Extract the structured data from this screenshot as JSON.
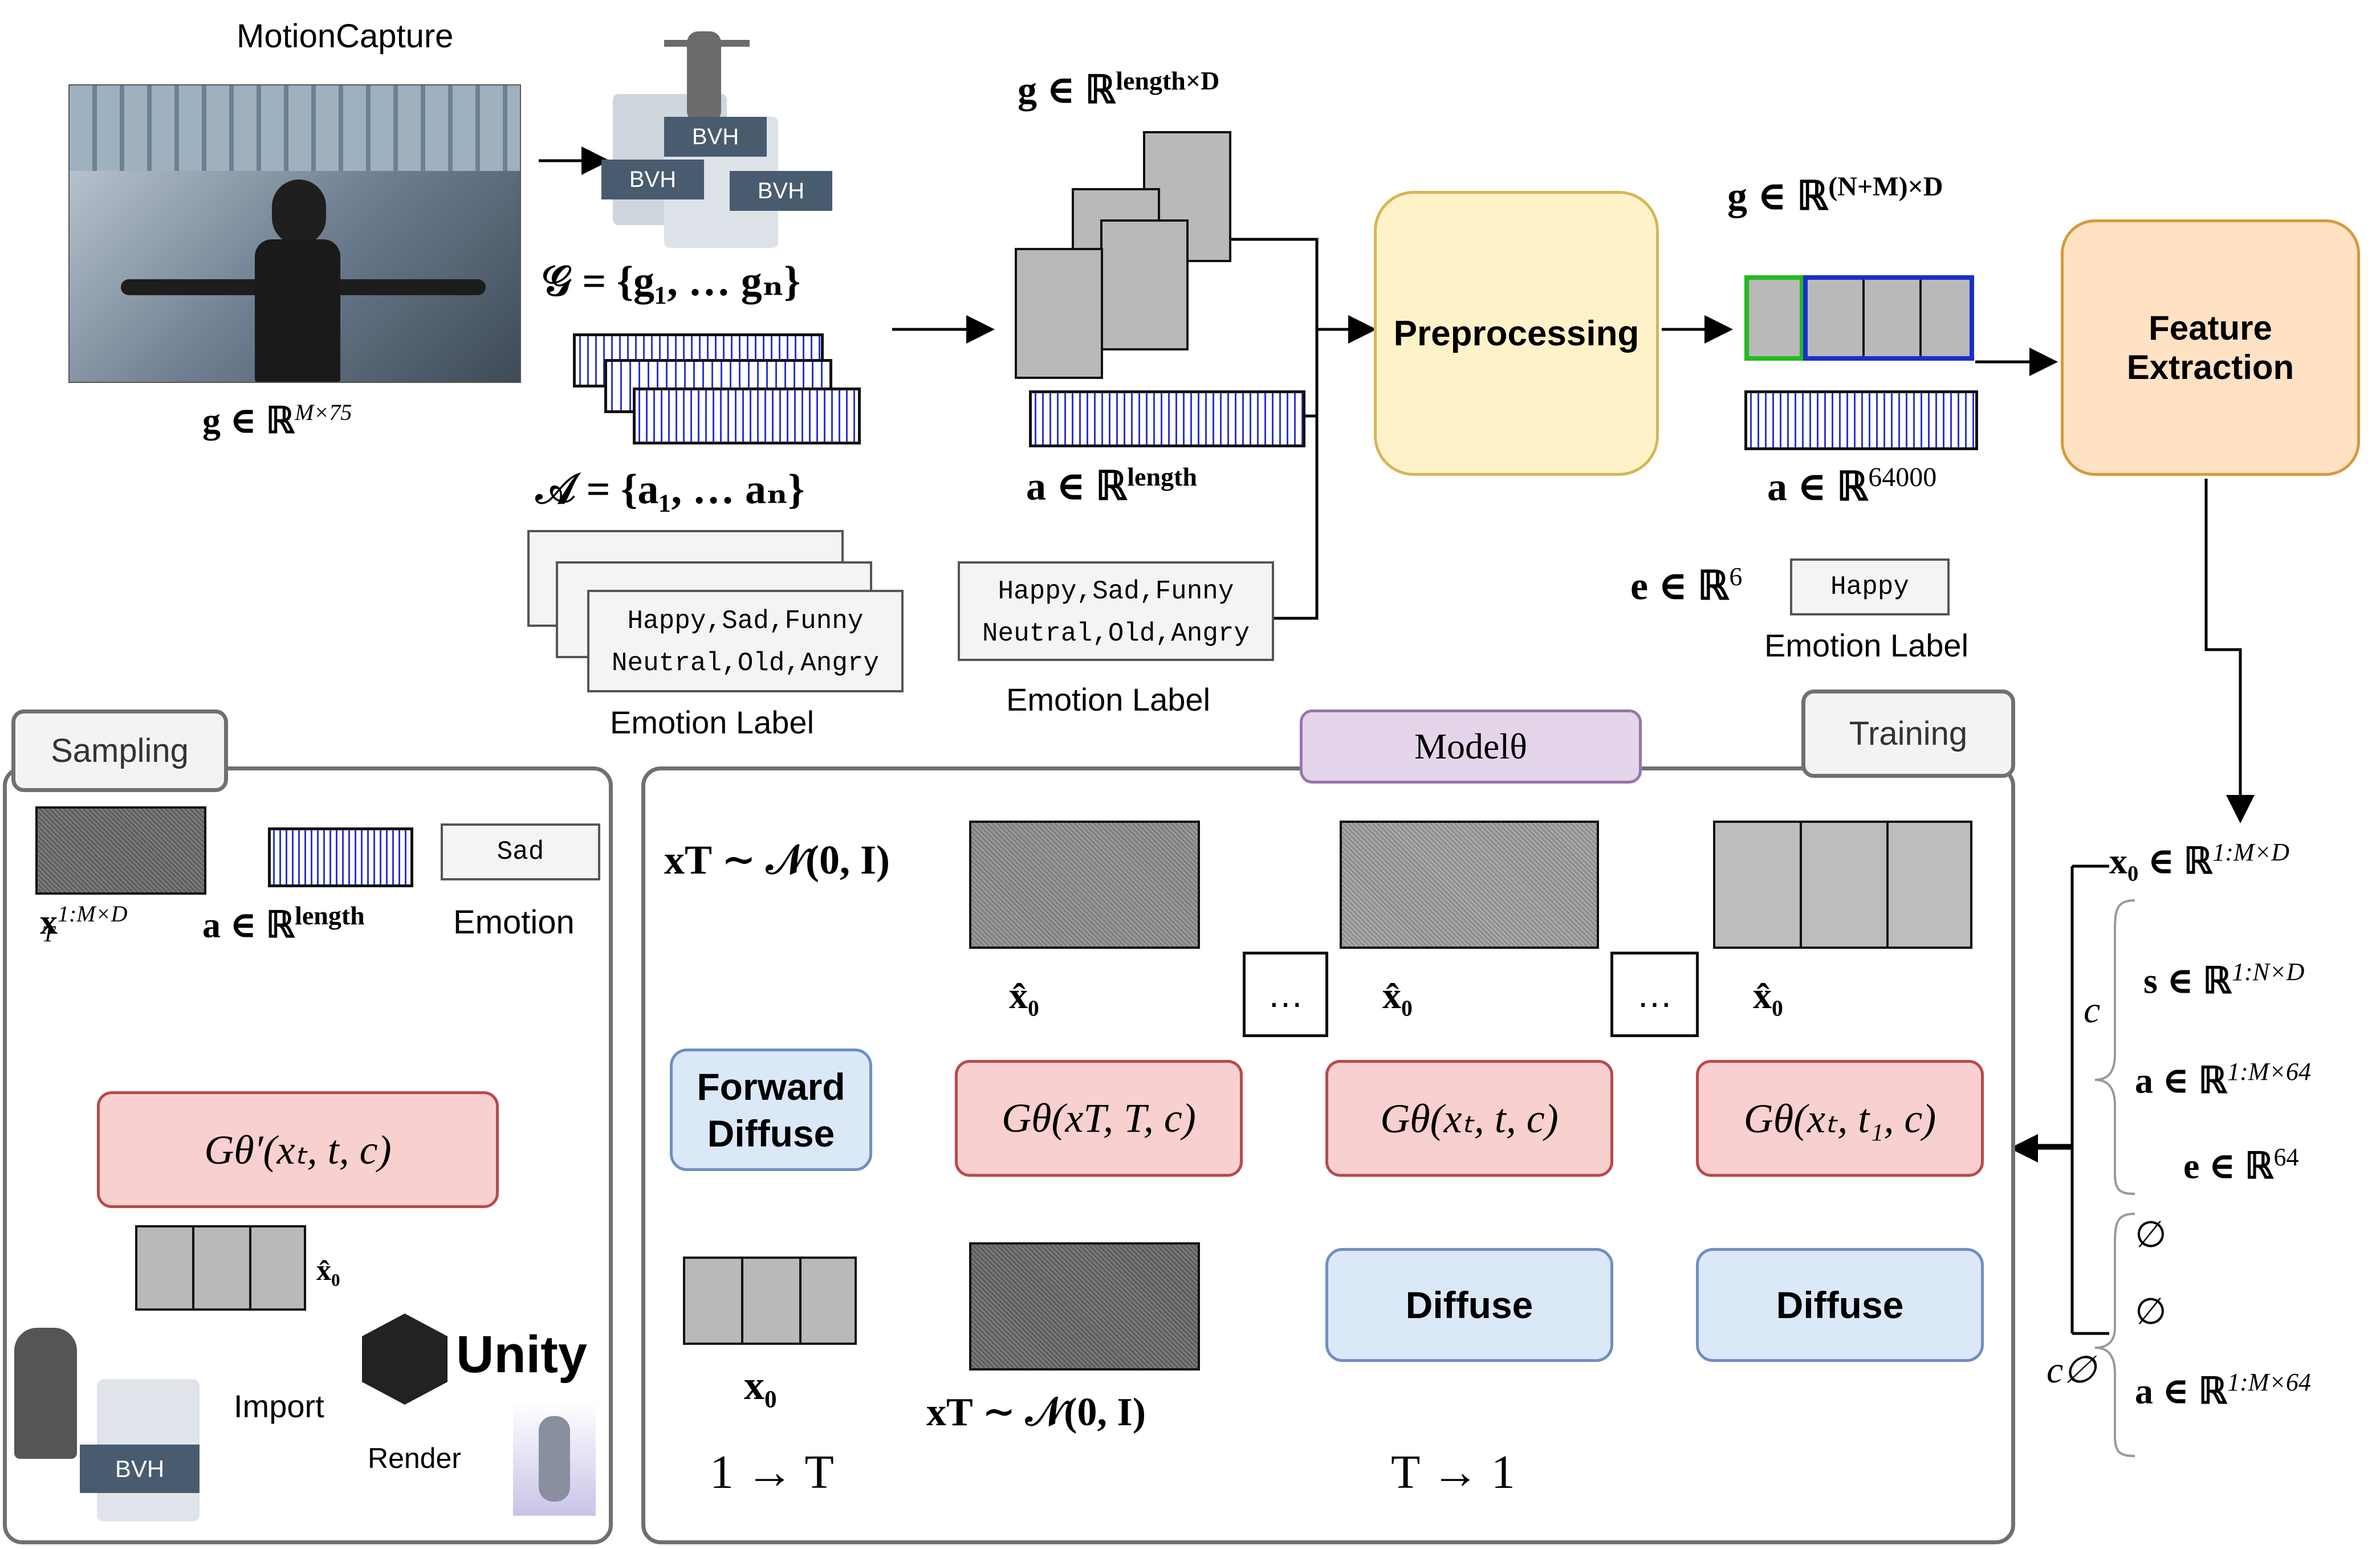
{
  "capture": {
    "title": "MotionCapture",
    "gesture_dim": "g ∈ ℝ",
    "gesture_dim_sup": "M×75",
    "file_label": "BVH",
    "gesture_set": "𝒢 = {g₁, … gₙ}",
    "audio_set": "𝒜 = {a₁, … aₙ}",
    "emotion_text_line1": "Happy,Sad,Funny",
    "emotion_text_line2": "Neutral,Old,Angry",
    "emotion_label": "Emotion Label"
  },
  "segment": {
    "gesture_dim": "g ∈ ℝ",
    "gesture_dim_sup": "length×D",
    "audio_dim": "a ∈ ℝ",
    "audio_dim_sup": "length",
    "emotion_text_line1": "Happy,Sad,Funny",
    "emotion_text_line2": "Neutral,Old,Angry",
    "emotion_label": "Emotion Label"
  },
  "preprocessing": {
    "label": "Preprocessing"
  },
  "processed": {
    "gesture_dim": "g ∈ ℝ",
    "gesture_dim_sup": "(N+M)×D",
    "audio_dim": "a ∈ ℝ",
    "audio_dim_sup": "64000",
    "emotion_dim": "e ∈ ℝ",
    "emotion_dim_sup": "6",
    "emotion_value": "Happy",
    "emotion_label": "Emotion Label"
  },
  "feature_extraction": {
    "line1": "Feature",
    "line2": "Extraction"
  },
  "features": {
    "x0": "x₀ ∈ ℝ",
    "x0_sup": "1:M×D",
    "c": "c",
    "s": "s ∈ ℝ",
    "s_sup": "1:N×D",
    "a": "a ∈ ℝ",
    "a_sup": "1:M×64",
    "e": "e ∈ ℝ",
    "e_sup": "64",
    "c_null": "c∅",
    "null1": "∅",
    "null2": "∅",
    "a_null": "a ∈ ℝ",
    "a_null_sup": "1:M×64"
  },
  "sampling": {
    "tab": "Sampling",
    "xT": "x",
    "xT_sup": "1:M×D",
    "xT_sub": "T",
    "audio": "a ∈ ℝ",
    "audio_sup": "length",
    "emotion_value": "Sad",
    "emotion_label": "Emotion",
    "generator": "Gθ′(xₜ, t, c)",
    "x0hat": "x̂₀",
    "bvh": "BVH",
    "import": "Import",
    "render": "Render",
    "unity": "Unity"
  },
  "training": {
    "tab": "Training",
    "model": "Modelθ",
    "xT_noise": "xT ∼ 𝒩(0, I)",
    "forward": "Forward",
    "diffuse_word": "Diffuse",
    "x0": "x₀",
    "xT_noise_bottom": "xT ∼ 𝒩(0, I)",
    "x0hat": "x̂₀",
    "g1": "Gθ(xT, T, c)",
    "g2": "Gθ(xₜ, t, c)",
    "g3": "Gθ(xₜ, t₁, c)",
    "diffuse1": "Diffuse",
    "diffuse2": "Diffuse",
    "dots": "…",
    "forward_range": "1 → T",
    "reverse_range": "T → 1"
  },
  "colors": {
    "red_fill": "#f7d0cf",
    "red_border": "#b94a4a",
    "blue_fill": "#dbe8f8",
    "blue_border": "#6f8fc0",
    "yellow_fill": "#fff2c8",
    "yellow_border": "#d6b656",
    "orange_fill": "#ffe1c4",
    "orange_border": "#d69a3a",
    "purple_fill": "#e4d5ea",
    "purple_border": "#9874a9",
    "arrow_blue": "#6c8ebf",
    "arrow_red": "#b85450"
  }
}
